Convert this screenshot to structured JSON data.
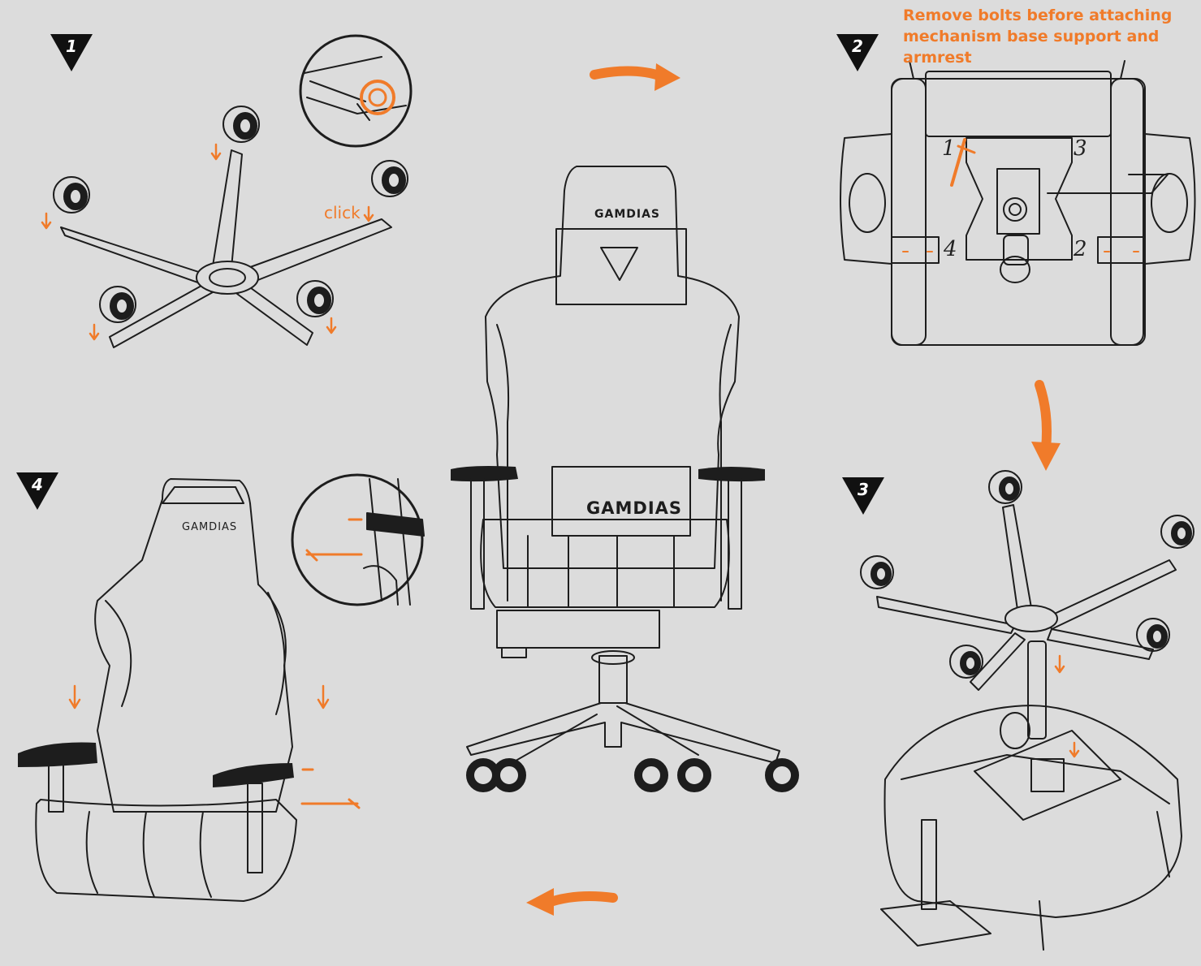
{
  "steps": [
    {
      "number": "1"
    },
    {
      "number": "2"
    },
    {
      "number": "3"
    },
    {
      "number": "4"
    }
  ],
  "note": {
    "line1": "Remove bolts before attaching",
    "line2": "mechanism base support and armrest"
  },
  "click_label": "click",
  "brand": "GAMDIAS",
  "mounting_points": [
    "1",
    "2",
    "3",
    "4"
  ],
  "colors": {
    "accent": "#f07b2a",
    "background": "#dcdcdc",
    "line": "#1d1d1d",
    "badge": "#111111"
  }
}
